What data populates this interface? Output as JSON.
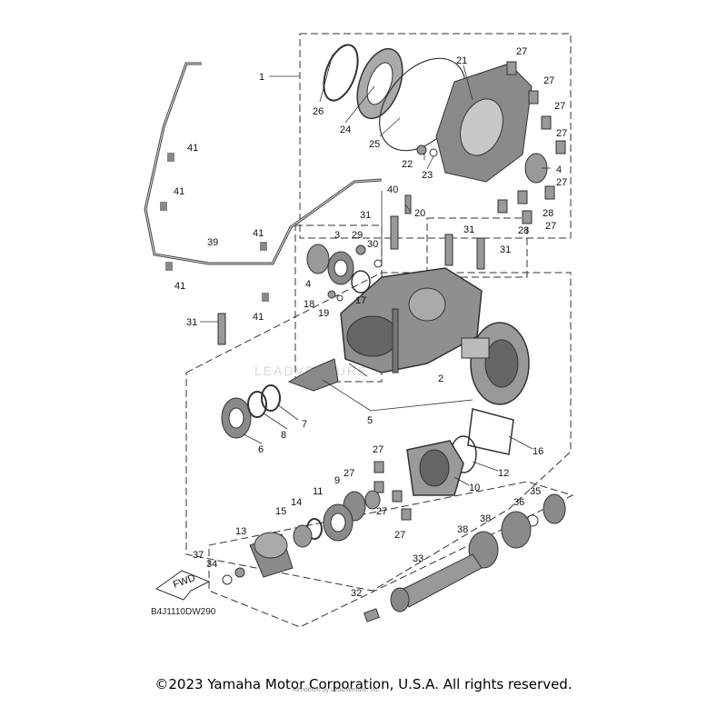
{
  "diagram": {
    "code": "B4J1110DW290",
    "fwd_label": "FWD",
    "copyright": "©2023 Yamaha Motor Corporation, U.S.A. All rights reserved.",
    "watermark": "Rendered by LeadVenture, Inc.",
    "center_watermark": "LEADVENTURE",
    "callouts": [
      "1",
      "2",
      "3",
      "4",
      "5",
      "6",
      "7",
      "8",
      "9",
      "10",
      "11",
      "12",
      "13",
      "14",
      "15",
      "16",
      "17",
      "18",
      "19",
      "20",
      "21",
      "22",
      "23",
      "24",
      "25",
      "26",
      "27",
      "28",
      "29",
      "30",
      "31",
      "32",
      "33",
      "34",
      "35",
      "36",
      "37",
      "38",
      "39",
      "40",
      "41"
    ]
  },
  "colors": {
    "line": "#333333",
    "part": "#9a9a9a",
    "part_dark": "#555555",
    "part_light": "#d0d0d0"
  }
}
